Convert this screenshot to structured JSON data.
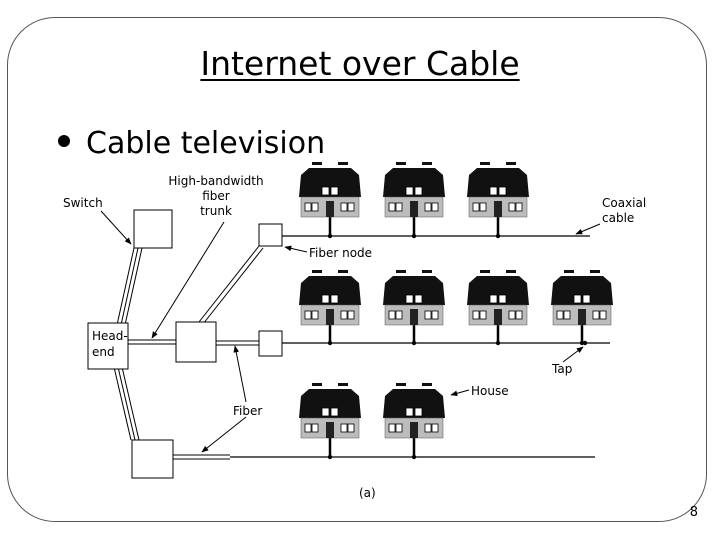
{
  "slide": {
    "title": "Internet over Cable",
    "bullet": "Cable television",
    "page_number": "8"
  },
  "diagram": {
    "labels": {
      "switch": "Switch",
      "trunk_line1": "High-bandwidth",
      "trunk_line2": "fiber",
      "trunk_line3": "trunk",
      "coax_line1": "Coaxial",
      "coax_line2": "cable",
      "fiber_node": "Fiber node",
      "headend_line1": "Head-",
      "headend_line2": "end",
      "tap": "Tap",
      "house": "House",
      "fiber": "Fiber",
      "caption": "(a)"
    },
    "rows": [
      {
        "name": "row-1",
        "houses": 3
      },
      {
        "name": "row-2",
        "houses": 4
      },
      {
        "name": "row-3",
        "houses": 2
      }
    ]
  }
}
